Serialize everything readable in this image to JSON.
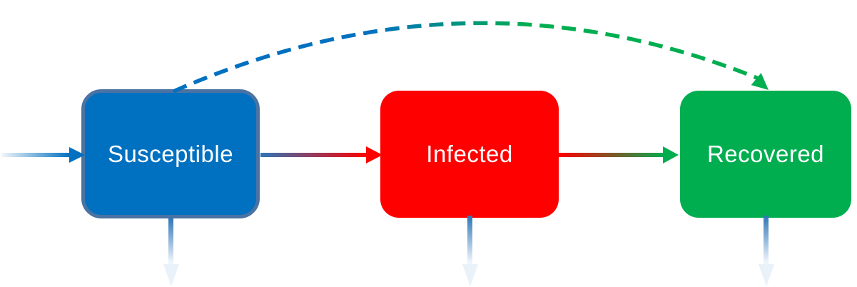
{
  "diagram": {
    "kind": "compartment-flow-diagram",
    "background_color": "#FFFFFF",
    "nodes": {
      "susceptible": {
        "label": "Susceptible",
        "fill": "#0070C0",
        "border": "#4A73A3",
        "text_color": "#FFFFFF"
      },
      "infected": {
        "label": "Infected",
        "fill": "#FF0000",
        "border": "#FF0000",
        "text_color": "#FFFFFF"
      },
      "recovered": {
        "label": "Recovered",
        "fill": "#00AE50",
        "border": "#00AE50",
        "text_color": "#FFFFFF"
      }
    },
    "edges": [
      {
        "name": "inflow-arrow",
        "from": "outside-left",
        "to": "susceptible",
        "style": "solid",
        "direction": "right",
        "gradient": [
          "#F2F6FA",
          "#0070C0"
        ]
      },
      {
        "name": "susceptible-to-infected-arrow",
        "from": "susceptible",
        "to": "infected",
        "style": "solid",
        "direction": "right",
        "gradient": [
          "#2E75B6",
          "#FF0000"
        ]
      },
      {
        "name": "infected-to-recovered-arrow",
        "from": "infected",
        "to": "recovered",
        "style": "solid",
        "direction": "right",
        "gradient": [
          "#FF0000",
          "#00AE50"
        ]
      },
      {
        "name": "susceptible-to-recovered-dashed-arc",
        "from": "susceptible",
        "to": "recovered",
        "style": "dashed",
        "direction": "arc-over-top",
        "gradient": [
          "#0070C0",
          "#00AE50"
        ]
      },
      {
        "name": "susceptible-outflow-arrow",
        "from": "susceptible",
        "to": "outside-bottom",
        "style": "solid",
        "direction": "down",
        "gradient": [
          "#2E75B6",
          "#EDF4FB"
        ]
      },
      {
        "name": "infected-outflow-arrow",
        "from": "infected",
        "to": "outside-bottom",
        "style": "solid",
        "direction": "down",
        "gradient": [
          "#2E75B6",
          "#EDF4FB"
        ]
      },
      {
        "name": "recovered-outflow-arrow",
        "from": "recovered",
        "to": "outside-bottom",
        "style": "solid",
        "direction": "down",
        "gradient": [
          "#2E75B6",
          "#EDF4FB"
        ]
      }
    ]
  }
}
